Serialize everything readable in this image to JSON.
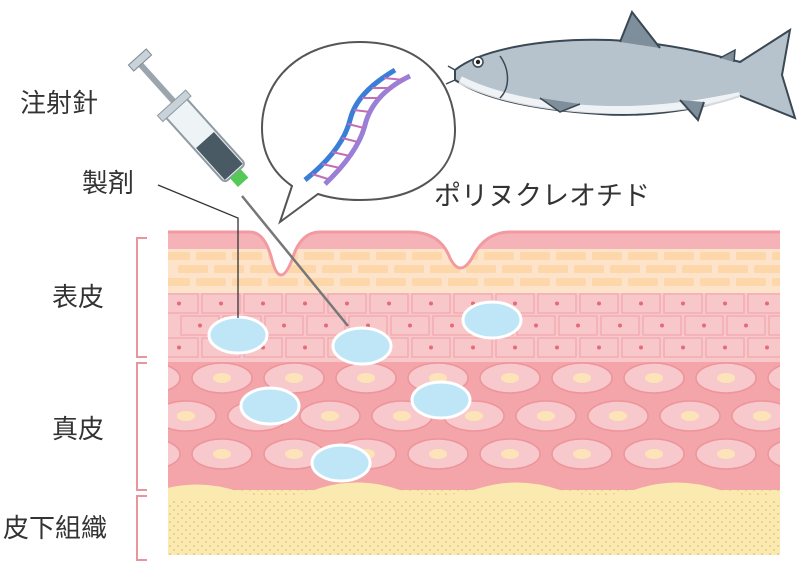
{
  "labels": {
    "needle": "注射針",
    "formulation": "製剤",
    "polynucleotide": "ポリヌクレオチド",
    "epidermis": "表皮",
    "dermis": "真皮",
    "subcutaneous": "皮下組織"
  },
  "icons": {
    "syringe": "syringe-icon",
    "dna": "dna-icon",
    "fish": "salmon-icon"
  },
  "colors": {
    "epidermis_top": "#f6b7bb",
    "epidermis_band": "#fde2c8",
    "cell_light": "#f8c9cc",
    "dermis": "#f5a3a8",
    "subcutaneous": "#fbeab0",
    "droplet": "#bfe6f7",
    "bracket": "#e9959d",
    "needle_tip": "#55c957",
    "fish_body": "#aeb9c4"
  }
}
